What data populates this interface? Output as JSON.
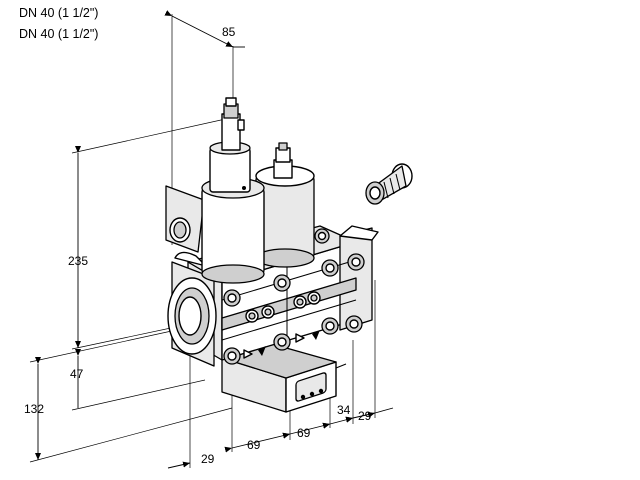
{
  "header": {
    "line1": "DN 40 (1 1/2\")",
    "line2": "DN 40 (1 1/2\")"
  },
  "dimensions": {
    "top_width": "85",
    "height_total": "235",
    "height_lower": "47",
    "height_left": "132",
    "depth_left": "29",
    "pitch_1": "69",
    "pitch_2": "69",
    "offset_right": "34",
    "depth_right": "29"
  },
  "colors": {
    "line": "#000000",
    "body_fill": "#e9e9e9",
    "shade_fill": "#cfcfcf",
    "background": "#ffffff"
  }
}
